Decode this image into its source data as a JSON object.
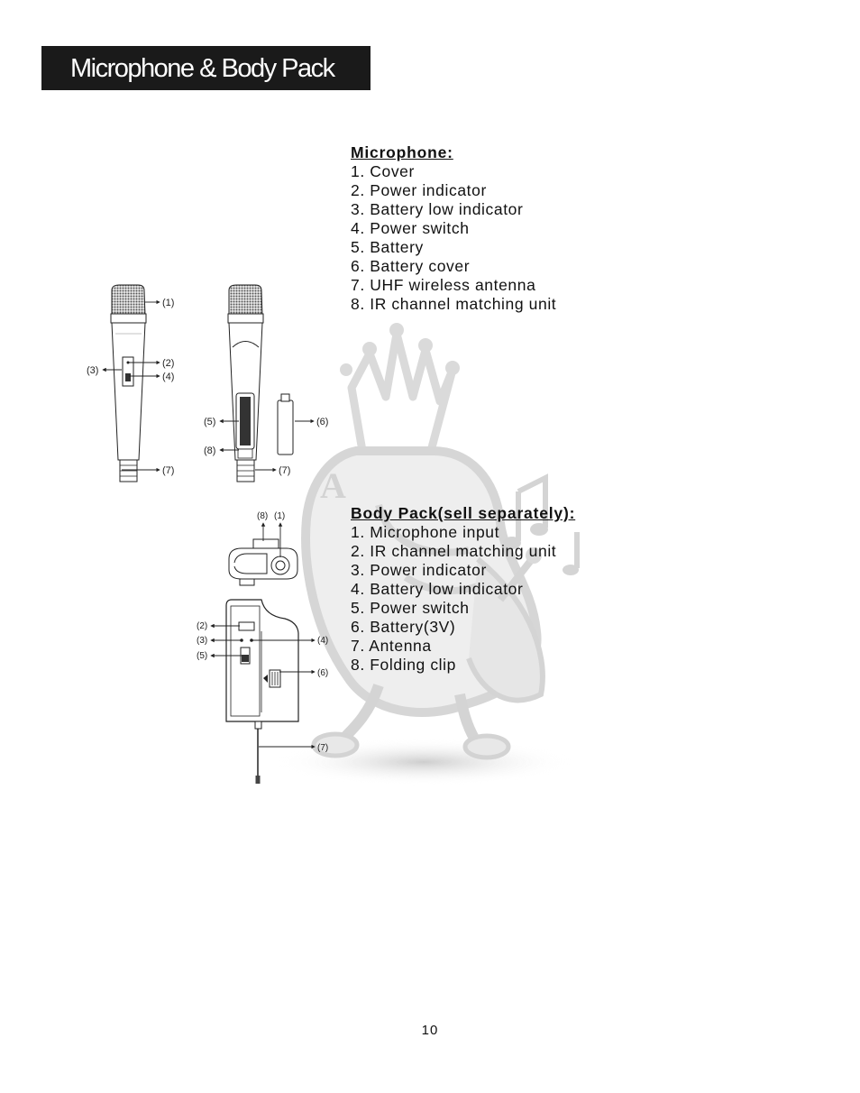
{
  "header": {
    "title": "Microphone & Body Pack"
  },
  "microphone": {
    "heading": "Microphone:",
    "items": [
      "1. Cover",
      "2. Power indicator",
      "3. Battery low indicator",
      "4. Power switch",
      "5. Battery",
      "6. Battery cover",
      "7. UHF wireless antenna",
      "8. IR channel matching unit"
    ]
  },
  "body_pack": {
    "heading": "Body Pack(sell separately):",
    "items": [
      "1. Microphone input",
      "2. IR channel matching unit",
      "3. Power indicator",
      "4. Battery low indicator",
      "5. Power switch",
      "6. Battery(3V)",
      "7. Antenna",
      "8. Folding clip"
    ]
  },
  "callouts": {
    "c1": "(1)",
    "c2": "(2)",
    "c3": "(3)",
    "c4": "(4)",
    "c5": "(5)",
    "c6": "(6)",
    "c7": "(7)",
    "c8": "(8)"
  },
  "page_number": "10"
}
